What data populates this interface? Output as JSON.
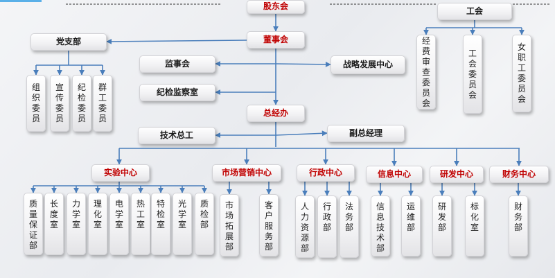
{
  "org": {
    "gudonghui": "股东会",
    "dongshihui": "董事会",
    "dangzhibu": "党支部",
    "gonghui": "工会",
    "jianshihui": "监事会",
    "zhanlue": "战略发展中心",
    "jijian": "纪检监察室",
    "zongjingban": "总经办",
    "jishuzonggong": "技术总工",
    "fuzongjingli": "副总经理",
    "dang_children": [
      "组织委员",
      "宣传委员",
      "纪检委员",
      "群工委员"
    ],
    "gonghui_children": [
      "经费审查委员会",
      "工会委员会",
      "女职工委员会"
    ],
    "centers": [
      {
        "label": "实验中心",
        "children": [
          "质量保证部",
          "长度室",
          "力学室",
          "理化室",
          "电学室",
          "热工室",
          "特检室",
          "光学室",
          "质检部"
        ]
      },
      {
        "label": "市场营销中心",
        "children": [
          "市场拓展部",
          "客户服务部"
        ]
      },
      {
        "label": "行政中心",
        "children": [
          "人力资源部",
          "行政部",
          "法务部"
        ]
      },
      {
        "label": "信息中心",
        "children": [
          "信息技术部",
          "运维部"
        ]
      },
      {
        "label": "研发中心",
        "children": [
          "研发部",
          "标化室"
        ]
      },
      {
        "label": "财务中心",
        "children": [
          "财务部"
        ]
      }
    ]
  },
  "colors": {
    "line": "#4a7ebb",
    "accent": "#c00000"
  }
}
